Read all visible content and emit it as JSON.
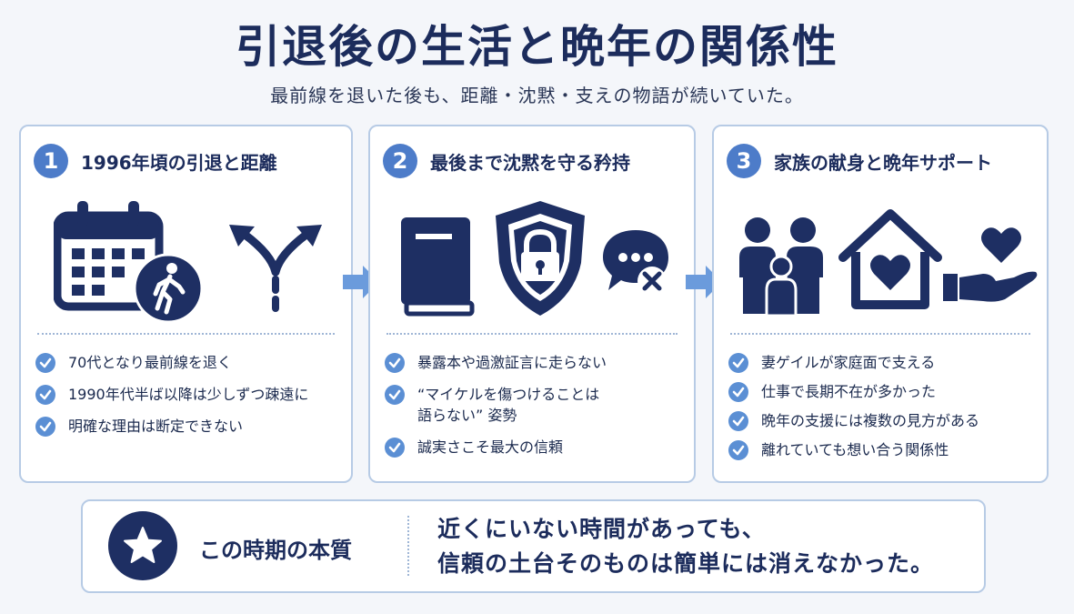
{
  "title": "引退後の生活と晩年の関係性",
  "subtitle": "最前線を退いた後も、距離・沈黙・支えの物語が続いていた。",
  "colors": {
    "navy": "#1e2f63",
    "accent": "#4d7cc9",
    "check": "#5b8fd4",
    "border": "#b7cbe5"
  },
  "cards": [
    {
      "number": "1",
      "title": "1996年頃の引退と距離",
      "icons": [
        "calendar-icon",
        "walking-person-icon",
        "diverging-paths-icon"
      ],
      "items": [
        "70代となり最前線を退く",
        "1990年代半ば以降は少しずつ疎遠に",
        "明確な理由は断定できない"
      ]
    },
    {
      "number": "2",
      "title": "最後まで沈黙を守る矜持",
      "icons": [
        "book-icon",
        "shield-lock-icon",
        "speech-bubble-x-icon"
      ],
      "items": [
        "暴露本や過激証言に走らない",
        "“マイケルを傷つけることは",
        "語らない” 姿勢",
        "誠実さこそ最大の信頼"
      ]
    },
    {
      "number": "3",
      "title": "家族の献身と晩年サポート",
      "icons": [
        "family-icon",
        "home-heart-icon",
        "hand-heart-icon"
      ],
      "items": [
        "妻ゲイルが家庭面で支える",
        "仕事で長期不在が多かった",
        "晩年の支援には複数の見方がある",
        "離れていても想い合う関係性"
      ]
    }
  ],
  "summary": {
    "label": "この時期の本質",
    "icon": "star-icon",
    "lines": [
      "近くにいない時間があっても、",
      "信頼の土台そのものは簡単には消えなかった。"
    ]
  }
}
